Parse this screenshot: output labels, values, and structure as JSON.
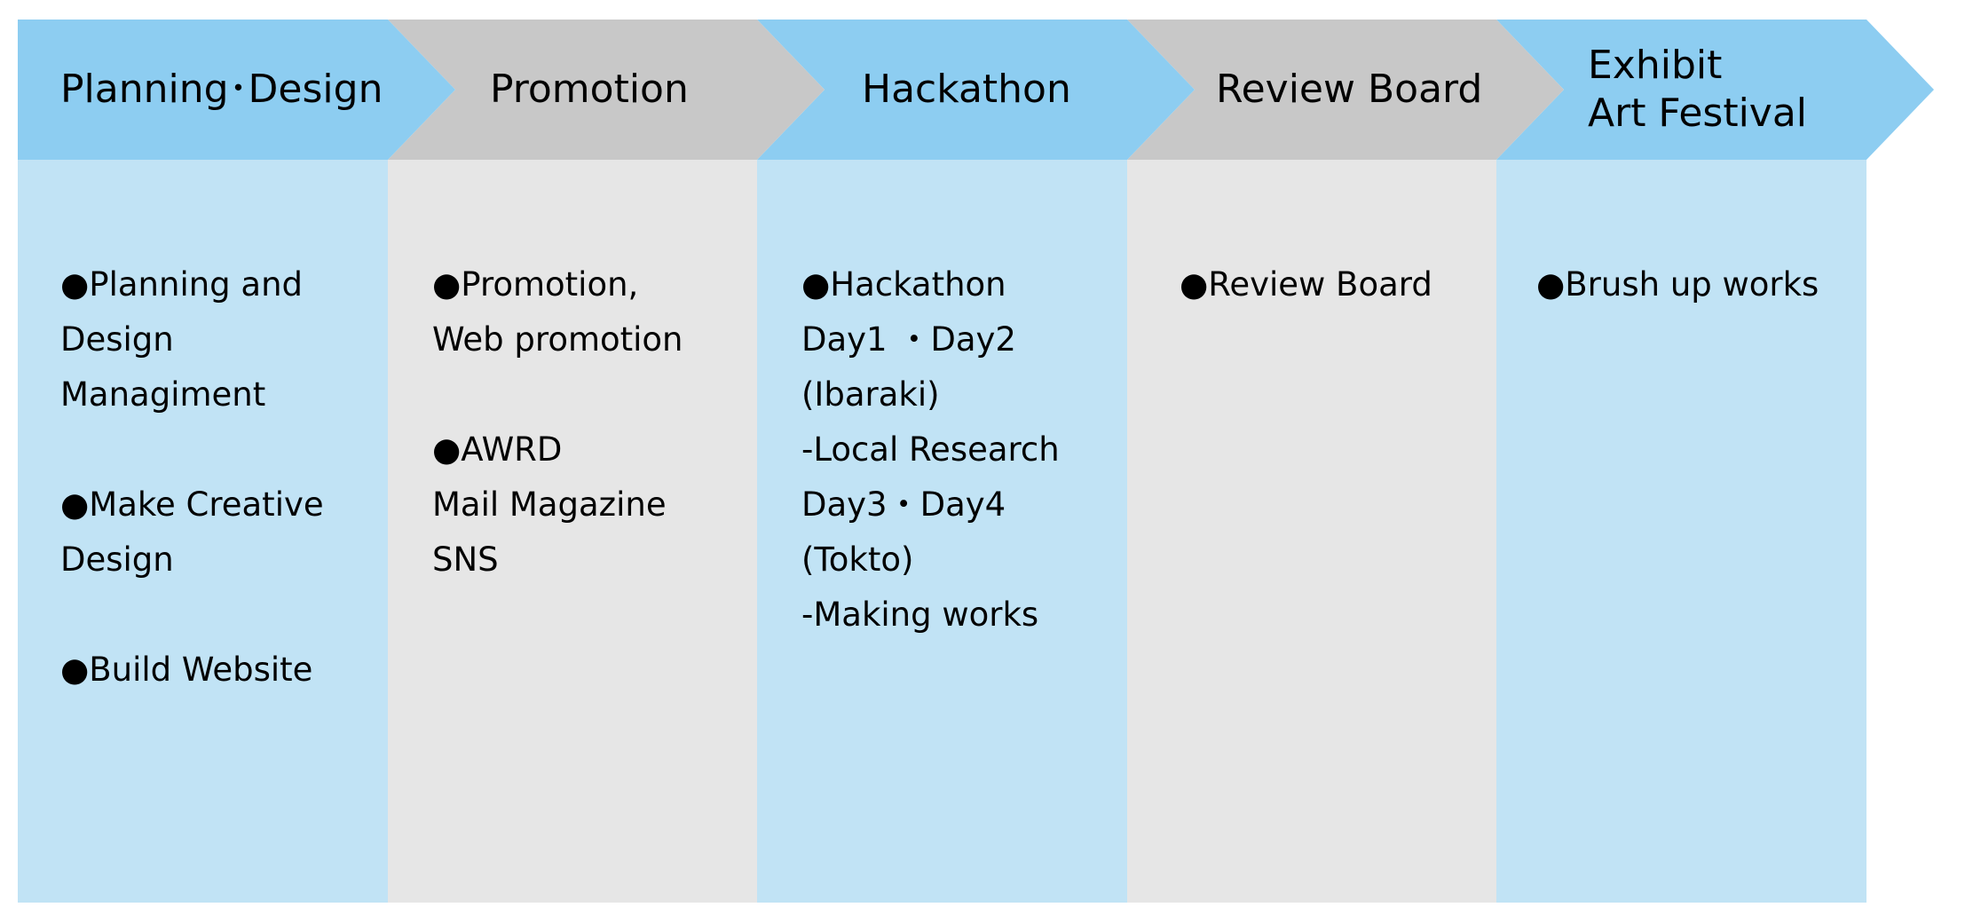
{
  "colors": {
    "blue_header": "#8dcdf1",
    "blue_body": "#c1e3f5",
    "gray_header": "#c8c8c8",
    "gray_body": "#e6e6e6"
  },
  "stages": [
    {
      "theme": "blue",
      "title_lines": [
        "Planning･Design"
      ],
      "items": [
        [
          "●Planning and",
          "Design",
          "Managiment"
        ],
        [
          "●Make Creative",
          "Design"
        ],
        [
          "●Build Website"
        ]
      ]
    },
    {
      "theme": "gray",
      "title_lines": [
        "Promotion"
      ],
      "items": [
        [
          "●Promotion,",
          "Web promotion"
        ],
        [
          "●AWRD",
          "Mail Magazine",
          "SNS"
        ]
      ]
    },
    {
      "theme": "blue",
      "title_lines": [
        "Hackathon"
      ],
      "items": [
        [
          "●Hackathon",
          "Day1 ・Day2",
          "(Ibaraki)",
          "-Local Research",
          "Day3・Day4",
          "(Tokto)",
          "-Making works"
        ]
      ]
    },
    {
      "theme": "gray",
      "title_lines": [
        "Review Board"
      ],
      "items": [
        [
          "●Review Board"
        ]
      ]
    },
    {
      "theme": "blue",
      "title_lines": [
        "Exhibit",
        "Art Festival"
      ],
      "items": [
        [
          "●Brush up works"
        ]
      ]
    }
  ]
}
